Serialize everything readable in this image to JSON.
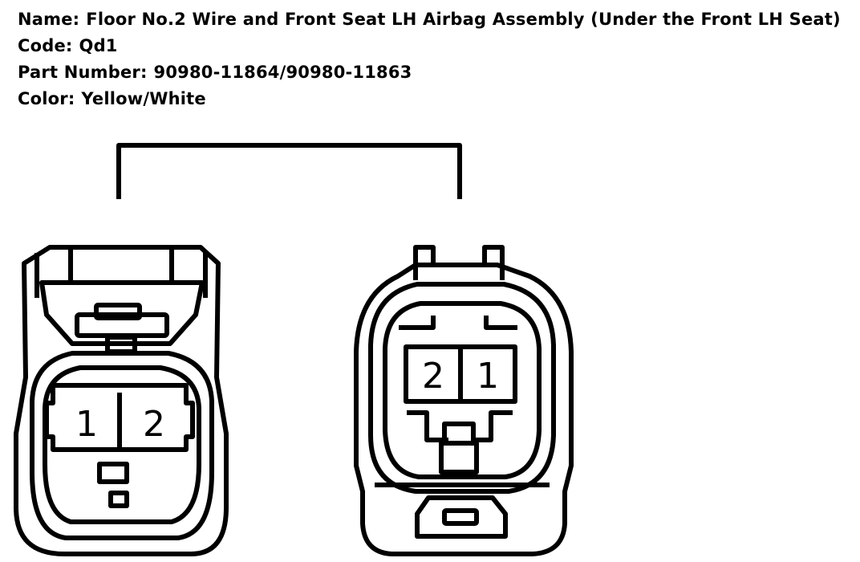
{
  "header": {
    "name_label": "Name:",
    "name_value": "Floor No.2 Wire and Front Seat LH Airbag Assembly (Under the Front LH Seat)",
    "code_label": "Code:",
    "code_value": "Qd1",
    "part_label": "Part Number:",
    "part_value": "90980-11864/90980-11863",
    "color_label": "Color:",
    "color_value": "Yellow/White"
  },
  "connectors": {
    "left": {
      "pins": [
        "1",
        "2"
      ]
    },
    "right": {
      "pins": [
        "2",
        "1"
      ]
    }
  },
  "colors": {
    "stroke": "#000000",
    "background": "#ffffff"
  }
}
